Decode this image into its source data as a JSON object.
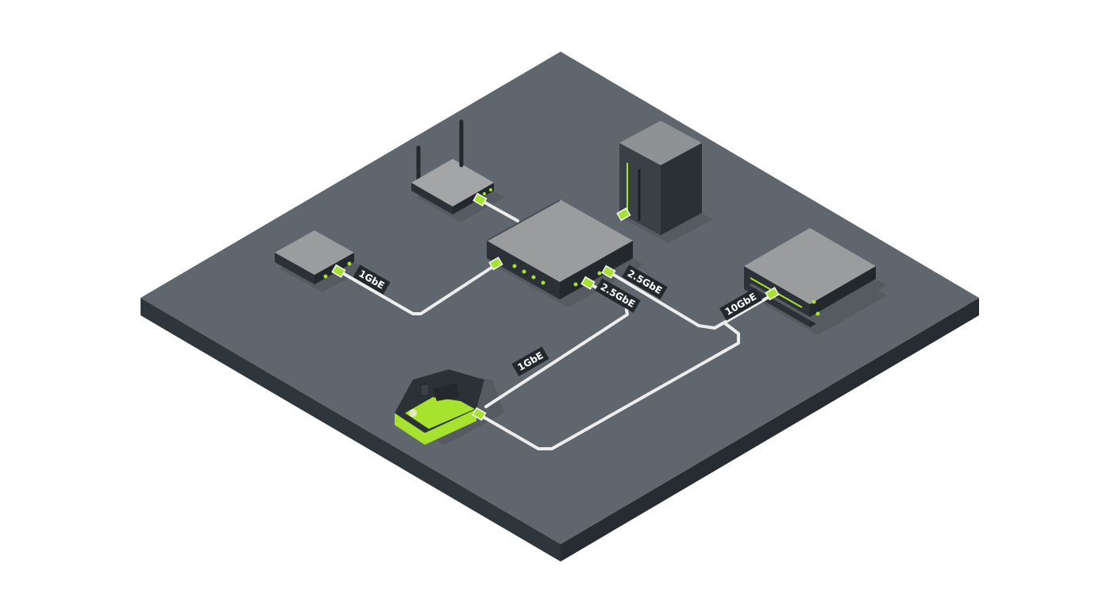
{
  "colors": {
    "platform_top": "#5f666d",
    "platform_side_left": "#2e353b",
    "platform_side_right": "#262c31",
    "device_top": "#9a9c9e",
    "device_side": "#2b3136",
    "accent": "#a6e22e",
    "cable": "#eeeeee",
    "label_bg": "#22282c"
  },
  "labels": {
    "small_box_link": "1GbE",
    "switch_link_a": "2.5GbE",
    "switch_link_b": "2.5GbE",
    "nas_link": "10GbE",
    "green_device_link": "1GbE"
  }
}
